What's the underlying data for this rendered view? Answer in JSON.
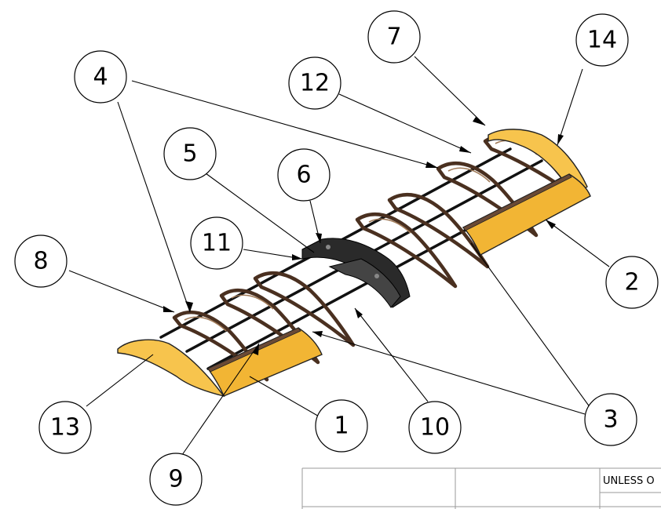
{
  "balloons": [
    {
      "id": "b1",
      "label": "1"
    },
    {
      "id": "b2",
      "label": "2"
    },
    {
      "id": "b3",
      "label": "3"
    },
    {
      "id": "b4",
      "label": "4"
    },
    {
      "id": "b5",
      "label": "5"
    },
    {
      "id": "b6",
      "label": "6"
    },
    {
      "id": "b7",
      "label": "7"
    },
    {
      "id": "b8",
      "label": "8"
    },
    {
      "id": "b9",
      "label": "9"
    },
    {
      "id": "b10",
      "label": "10"
    },
    {
      "id": "b11",
      "label": "11"
    },
    {
      "id": "b12",
      "label": "12"
    },
    {
      "id": "b13",
      "label": "13"
    },
    {
      "id": "b14",
      "label": "14"
    }
  ],
  "title_block": {
    "note": "UNLESS O"
  },
  "colors": {
    "skin": "#f2b534",
    "rib": "#4a3020",
    "center_section": "#2a2a2a",
    "spar": "#111111"
  }
}
